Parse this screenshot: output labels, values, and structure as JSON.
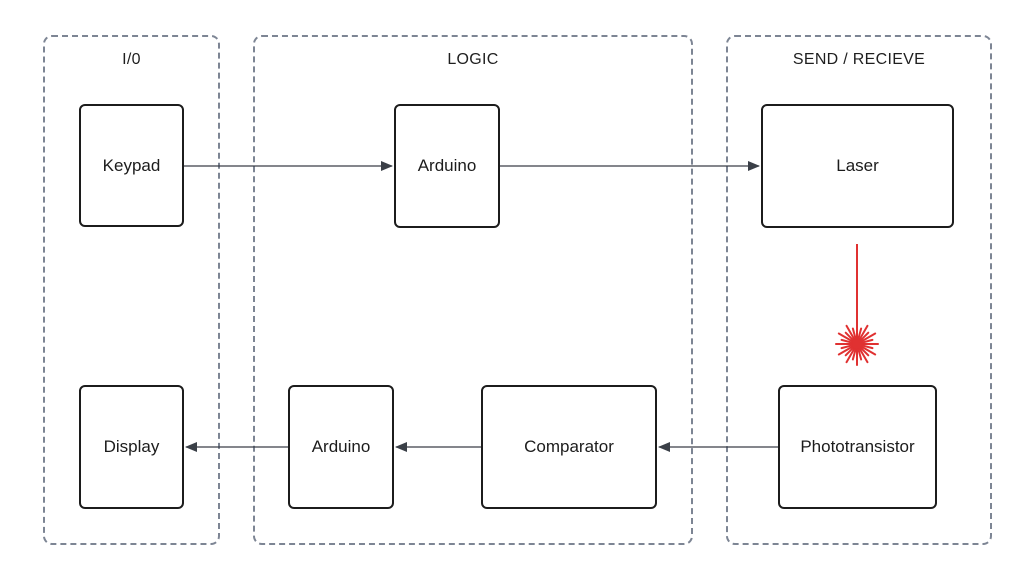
{
  "groups": {
    "io": {
      "label": "I/0"
    },
    "logic": {
      "label": "LOGIC"
    },
    "sendreceive": {
      "label": "SEND / RECIEVE"
    }
  },
  "nodes": {
    "keypad": {
      "label": "Keypad"
    },
    "display": {
      "label": "Display"
    },
    "arduino_top": {
      "label": "Arduino"
    },
    "arduino_bottom": {
      "label": "Arduino"
    },
    "comparator": {
      "label": "Comparator"
    },
    "laser": {
      "label": "Laser"
    },
    "phototransistor": {
      "label": "Phototransistor"
    }
  },
  "connections": [
    {
      "from": "Keypad",
      "to": "Arduino (top)"
    },
    {
      "from": "Arduino (top)",
      "to": "Laser"
    },
    {
      "from": "Laser",
      "to": "Phototransistor",
      "kind": "laser-beam"
    },
    {
      "from": "Phototransistor",
      "to": "Comparator"
    },
    {
      "from": "Comparator",
      "to": "Arduino (bottom)"
    },
    {
      "from": "Arduino (bottom)",
      "to": "Display"
    }
  ],
  "colors": {
    "group_border": "#7d8594",
    "node_border": "#1c1c1c",
    "arrow": "#3a3f47",
    "laser_beam": "#e03131"
  }
}
